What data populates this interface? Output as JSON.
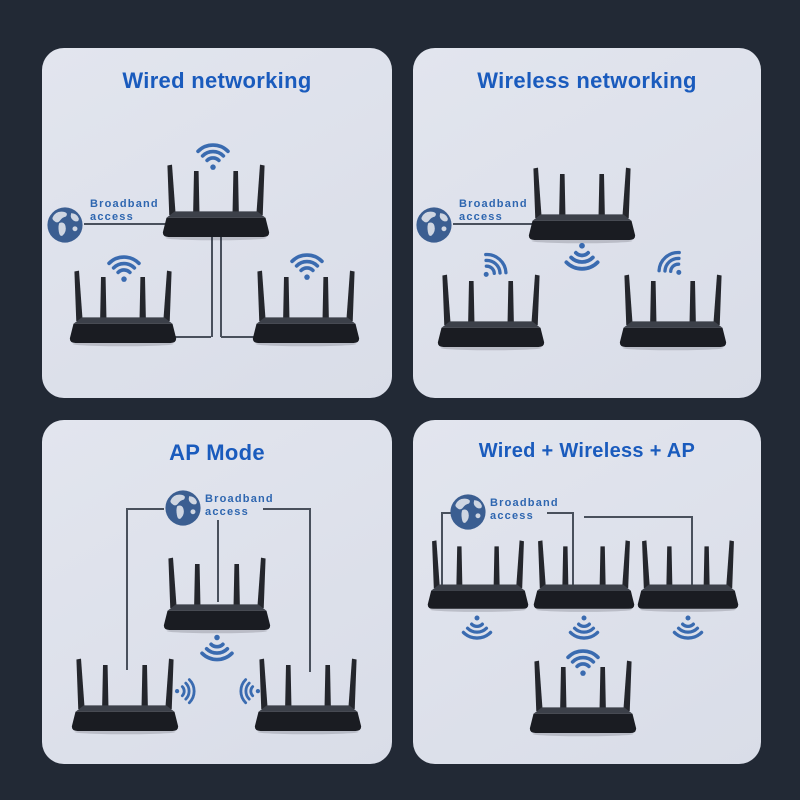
{
  "image_description": "Router networking modes infographic with four panels",
  "colors": {
    "bg": "#222935",
    "panel": "#dde1ea",
    "title": "#1a5bbd",
    "label": "#2e66b0",
    "wifi": "#3a6bb0",
    "wire": "#49505c"
  },
  "icons": {
    "globe": "globe-icon",
    "wifi": "wifi-signal-icon",
    "router": "router-device-icon"
  },
  "panels": [
    {
      "id": "wired",
      "title": "Wired networking",
      "broadband_label": {
        "line1": "Broadband",
        "line2": "access"
      },
      "router_count": 3,
      "connection": "internet wired to main router; main router wired to two routers"
    },
    {
      "id": "wireless",
      "title": "Wireless networking",
      "broadband_label": {
        "line1": "Broadband",
        "line2": "access"
      },
      "router_count": 3,
      "connection": "internet wired to main router; two routers linked wirelessly"
    },
    {
      "id": "ap-mode",
      "title": "AP Mode",
      "broadband_label": {
        "line1": "Broadband",
        "line2": "access"
      },
      "router_count": 3,
      "connection": "internet wired to three routers; all broadcast wifi"
    },
    {
      "id": "combo",
      "title": "Wired + Wireless + AP",
      "broadband_label": {
        "line1": "Broadband",
        "line2": "access"
      },
      "router_count": 4,
      "connection": "internet wired to three routers broadcasting down to a wireless router"
    }
  ]
}
